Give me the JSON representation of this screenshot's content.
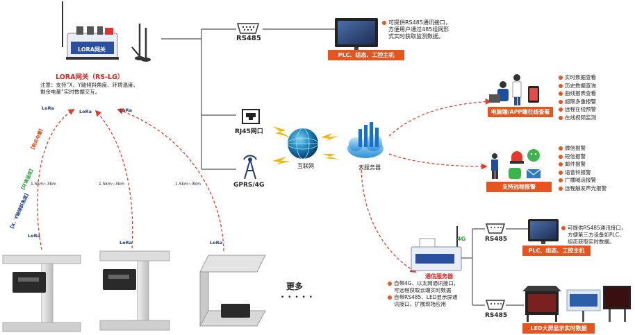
{
  "gateway": {
    "device_label": "LORA网关",
    "title": "LORA网关（RS-LG）",
    "note_lines": [
      "注意：支持“X、Y轴倾斜角度、环境温度、",
      "剩余电量”实时数据交互。"
    ]
  },
  "lora_tag": "LoRa",
  "distance_label": "1.5km~3km",
  "sensor_link_labels": [
    "【X、Y轴倾斜角度】",
    "【环境温度】",
    "【剩余电量】"
  ],
  "more_label": "更多",
  "more_dots": "• • • • •",
  "interfaces": {
    "rs485_top": "RS485",
    "rj45": "RJ45网口",
    "gprs": "GPRS/4G"
  },
  "internet_label": "互联网",
  "cloud_label": "云服务器",
  "plc_top": {
    "badge": "PLC、组态、工控主机",
    "desc_lines": [
      "可提供RS485通讯接口，",
      "方便用户通过485组网形",
      "式实时获取监测数据。"
    ]
  },
  "pc_app": {
    "badge": "电脑端/APP端在线查看",
    "items": [
      "实时数据查看",
      "历史数据查询",
      "曲线报表查看",
      "超限多重报警",
      "远程在线预警",
      "在线视频监测"
    ]
  },
  "alarm": {
    "badge": "支持远程报警",
    "items": [
      "微信报警",
      "短信报警",
      "邮件报警",
      "语音铃报警",
      "广播喊话报警",
      "远程触发声光报警"
    ]
  },
  "comm_server": {
    "label": "通信服务器",
    "tag_4g": "4G",
    "desc_lines": [
      "自带4G、以太网通讯接口，",
      "可远程获取云端实时数据",
      "自带RS485、LED显示屏通",
      "讯接口，扩展现场应用"
    ]
  },
  "rs485_mid": "RS485",
  "rs485_bottom": "RS485",
  "plc_bottom": {
    "badge": "PLC、组态、工控主机",
    "desc_lines": [
      "可提供RS485通讯接口，",
      "方便第三方设备如PLC、",
      "组态获取实时数据。"
    ]
  },
  "led_badge": "LED大屏显示实时数据",
  "colors": {
    "accent": "#e8541e",
    "dashed_link": "#e53b2c",
    "text": "#222222",
    "device_dark": "#2a2a2a"
  }
}
